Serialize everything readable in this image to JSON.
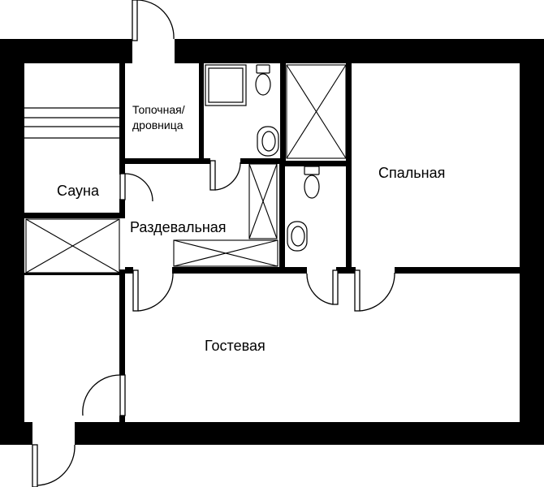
{
  "plan": {
    "rooms": {
      "sauna": "Сауна",
      "boiler_room": "Топочная/\nдровница",
      "dressing_room": "Раздевальная",
      "bedroom": "Спальная",
      "guest_room": "Гостевая"
    },
    "colors": {
      "wall": "#000000",
      "floor": "#ffffff"
    }
  }
}
